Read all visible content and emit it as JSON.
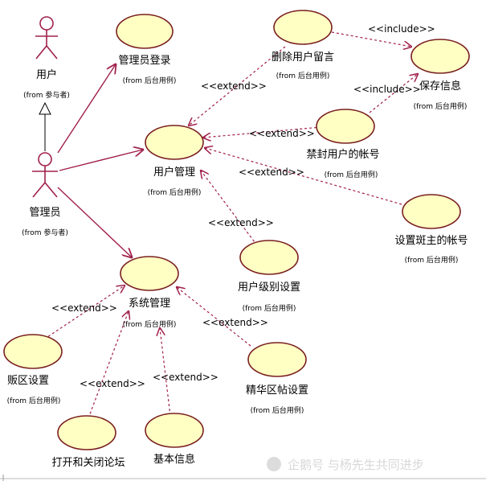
{
  "actors": {
    "user": {
      "name": "用户",
      "from": "(from 参与者)"
    },
    "admin": {
      "name": "管理员",
      "from": "(from 参与者)"
    }
  },
  "use_cases": {
    "admin_login": {
      "name": "管理员登录",
      "from": "(from 后台用例)"
    },
    "user_mgmt": {
      "name": "用户管理",
      "from": "(from 后台用例)"
    },
    "delete_msg": {
      "name": "删除用户留言",
      "from": "(from 后台用例)"
    },
    "save_info": {
      "name": "保存信息",
      "from": "(from 后台用例)"
    },
    "ban_account": {
      "name": "禁封用户的帐号",
      "from": "(from 后台用例)"
    },
    "set_moderator": {
      "name": "设置斑主的帐号",
      "from": "(from 后台用例)"
    },
    "user_level": {
      "name": "用户级别设置",
      "from": "(from 后台用例)"
    },
    "sys_mgmt": {
      "name": "系统管理",
      "from": "(from 后台用例)"
    },
    "board_setup": {
      "name": "贩区设置",
      "from": "(from 后台用例)"
    },
    "essence_setup": {
      "name": "精华区帖设置",
      "from": "(from 后台用例)"
    },
    "forum_toggle": {
      "name": "打开和关闭论坛",
      "from": ""
    },
    "basic_info": {
      "name": "基本信息",
      "from": ""
    }
  },
  "stereotypes": {
    "extend": "<<extend>>",
    "include": "<<include>>"
  },
  "watermark": "企鹅号 与杨先生共同进步",
  "colors": {
    "use_case_fill": "#ffffc4",
    "use_case_stroke": "#7a2020",
    "connector": "#a0204a"
  }
}
